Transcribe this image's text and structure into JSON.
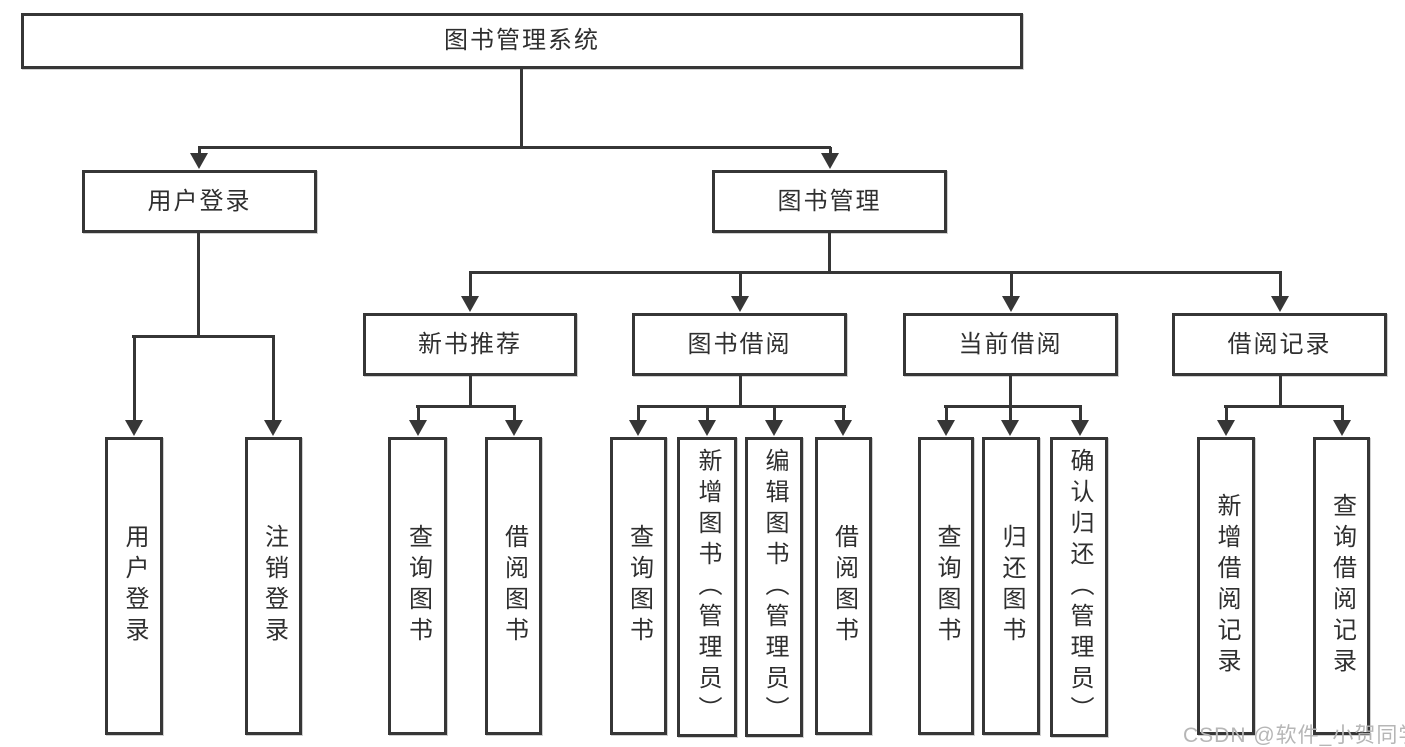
{
  "diagram": {
    "title": "图书管理系统",
    "root": {
      "label": "图书管理系统"
    },
    "level2": {
      "user_login": {
        "label": "用户登录"
      },
      "book_mgmt": {
        "label": "图书管理"
      }
    },
    "level3": {
      "new_rec": {
        "label": "新书推荐"
      },
      "book_borrow": {
        "label": "图书借阅"
      },
      "cur_borrow": {
        "label": "当前借阅"
      },
      "records": {
        "label": "借阅记录"
      }
    },
    "leaves": {
      "user_login_1": "用户登录",
      "user_login_2": "注销登录",
      "new_rec_1": "查询图书",
      "new_rec_2": "借阅图书",
      "borrow_1": "查询图书",
      "borrow_2": "新增图书（管理员）",
      "borrow_3": "编辑图书（管理员）",
      "borrow_4": "借阅图书",
      "cur_1": "查询图书",
      "cur_2": "归还图书",
      "cur_3": "确认归还（管理员）",
      "rec_1": "新增借阅记录",
      "rec_2": "查询借阅记录"
    }
  },
  "watermark": {
    "text": "CSDN @软件_小贺同学",
    "color": "#b6b6b6"
  },
  "colors": {
    "line": "#363636",
    "text": "#2f2f2f",
    "background": "#ffffff"
  }
}
